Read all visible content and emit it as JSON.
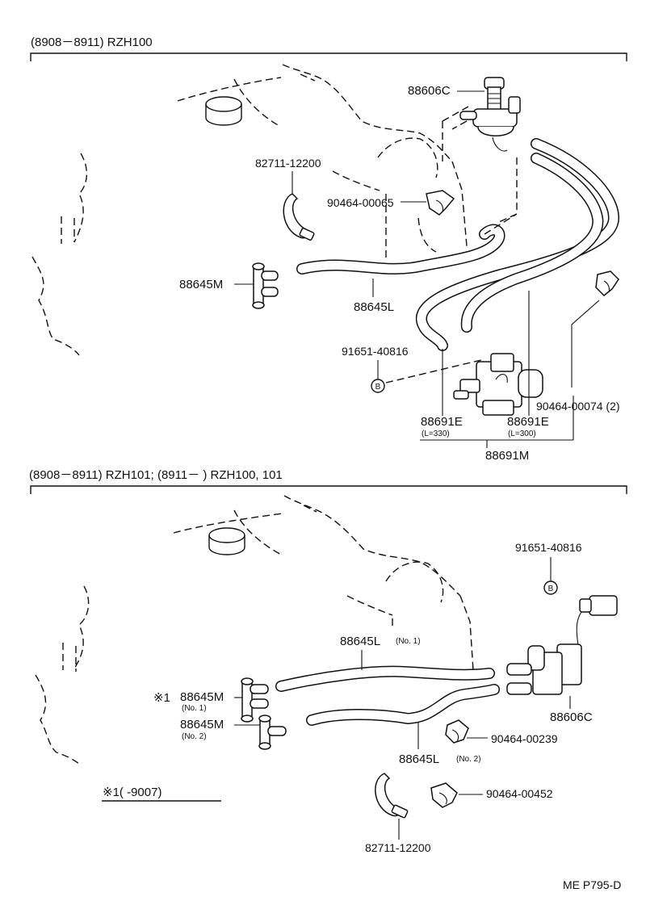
{
  "section_top": {
    "header": "(8908－8911) RZH100",
    "labels": {
      "valve": "88606C",
      "clamp_band": "82711-12200",
      "clip_a": "90464-00065",
      "joint": "88645M",
      "hose": "88645L",
      "bolt": "91651-40816",
      "bolt_marker": "B",
      "clip_b": "90464-00074 (2)",
      "hose_e1": "88691E",
      "hose_e1_len": "(L=330)",
      "hose_e2": "88691E",
      "hose_e2_len": "(L=300)",
      "hose_set": "88691M"
    }
  },
  "section_bottom": {
    "header": "(8908－8911) RZH101; (8911－          ) RZH100, 101",
    "labels": {
      "bolt": "91651-40816",
      "bolt_marker": "B",
      "hose_no1": "88645L",
      "hose_no1_tag": "(No. 1)",
      "note_mark": "※1",
      "joint_no1": "88645M",
      "joint_no1_tag": "(No. 1)",
      "joint_no2": "88645M",
      "joint_no2_tag": "(No. 2)",
      "valve": "88606C",
      "clip_c": "90464-00239",
      "hose_no2": "88645L",
      "hose_no2_tag": "(No. 2)",
      "note": "※1(       -9007)",
      "clip_d": "90464-00452",
      "clamp_band": "82711-12200"
    }
  },
  "page_code": "ME P795-D"
}
